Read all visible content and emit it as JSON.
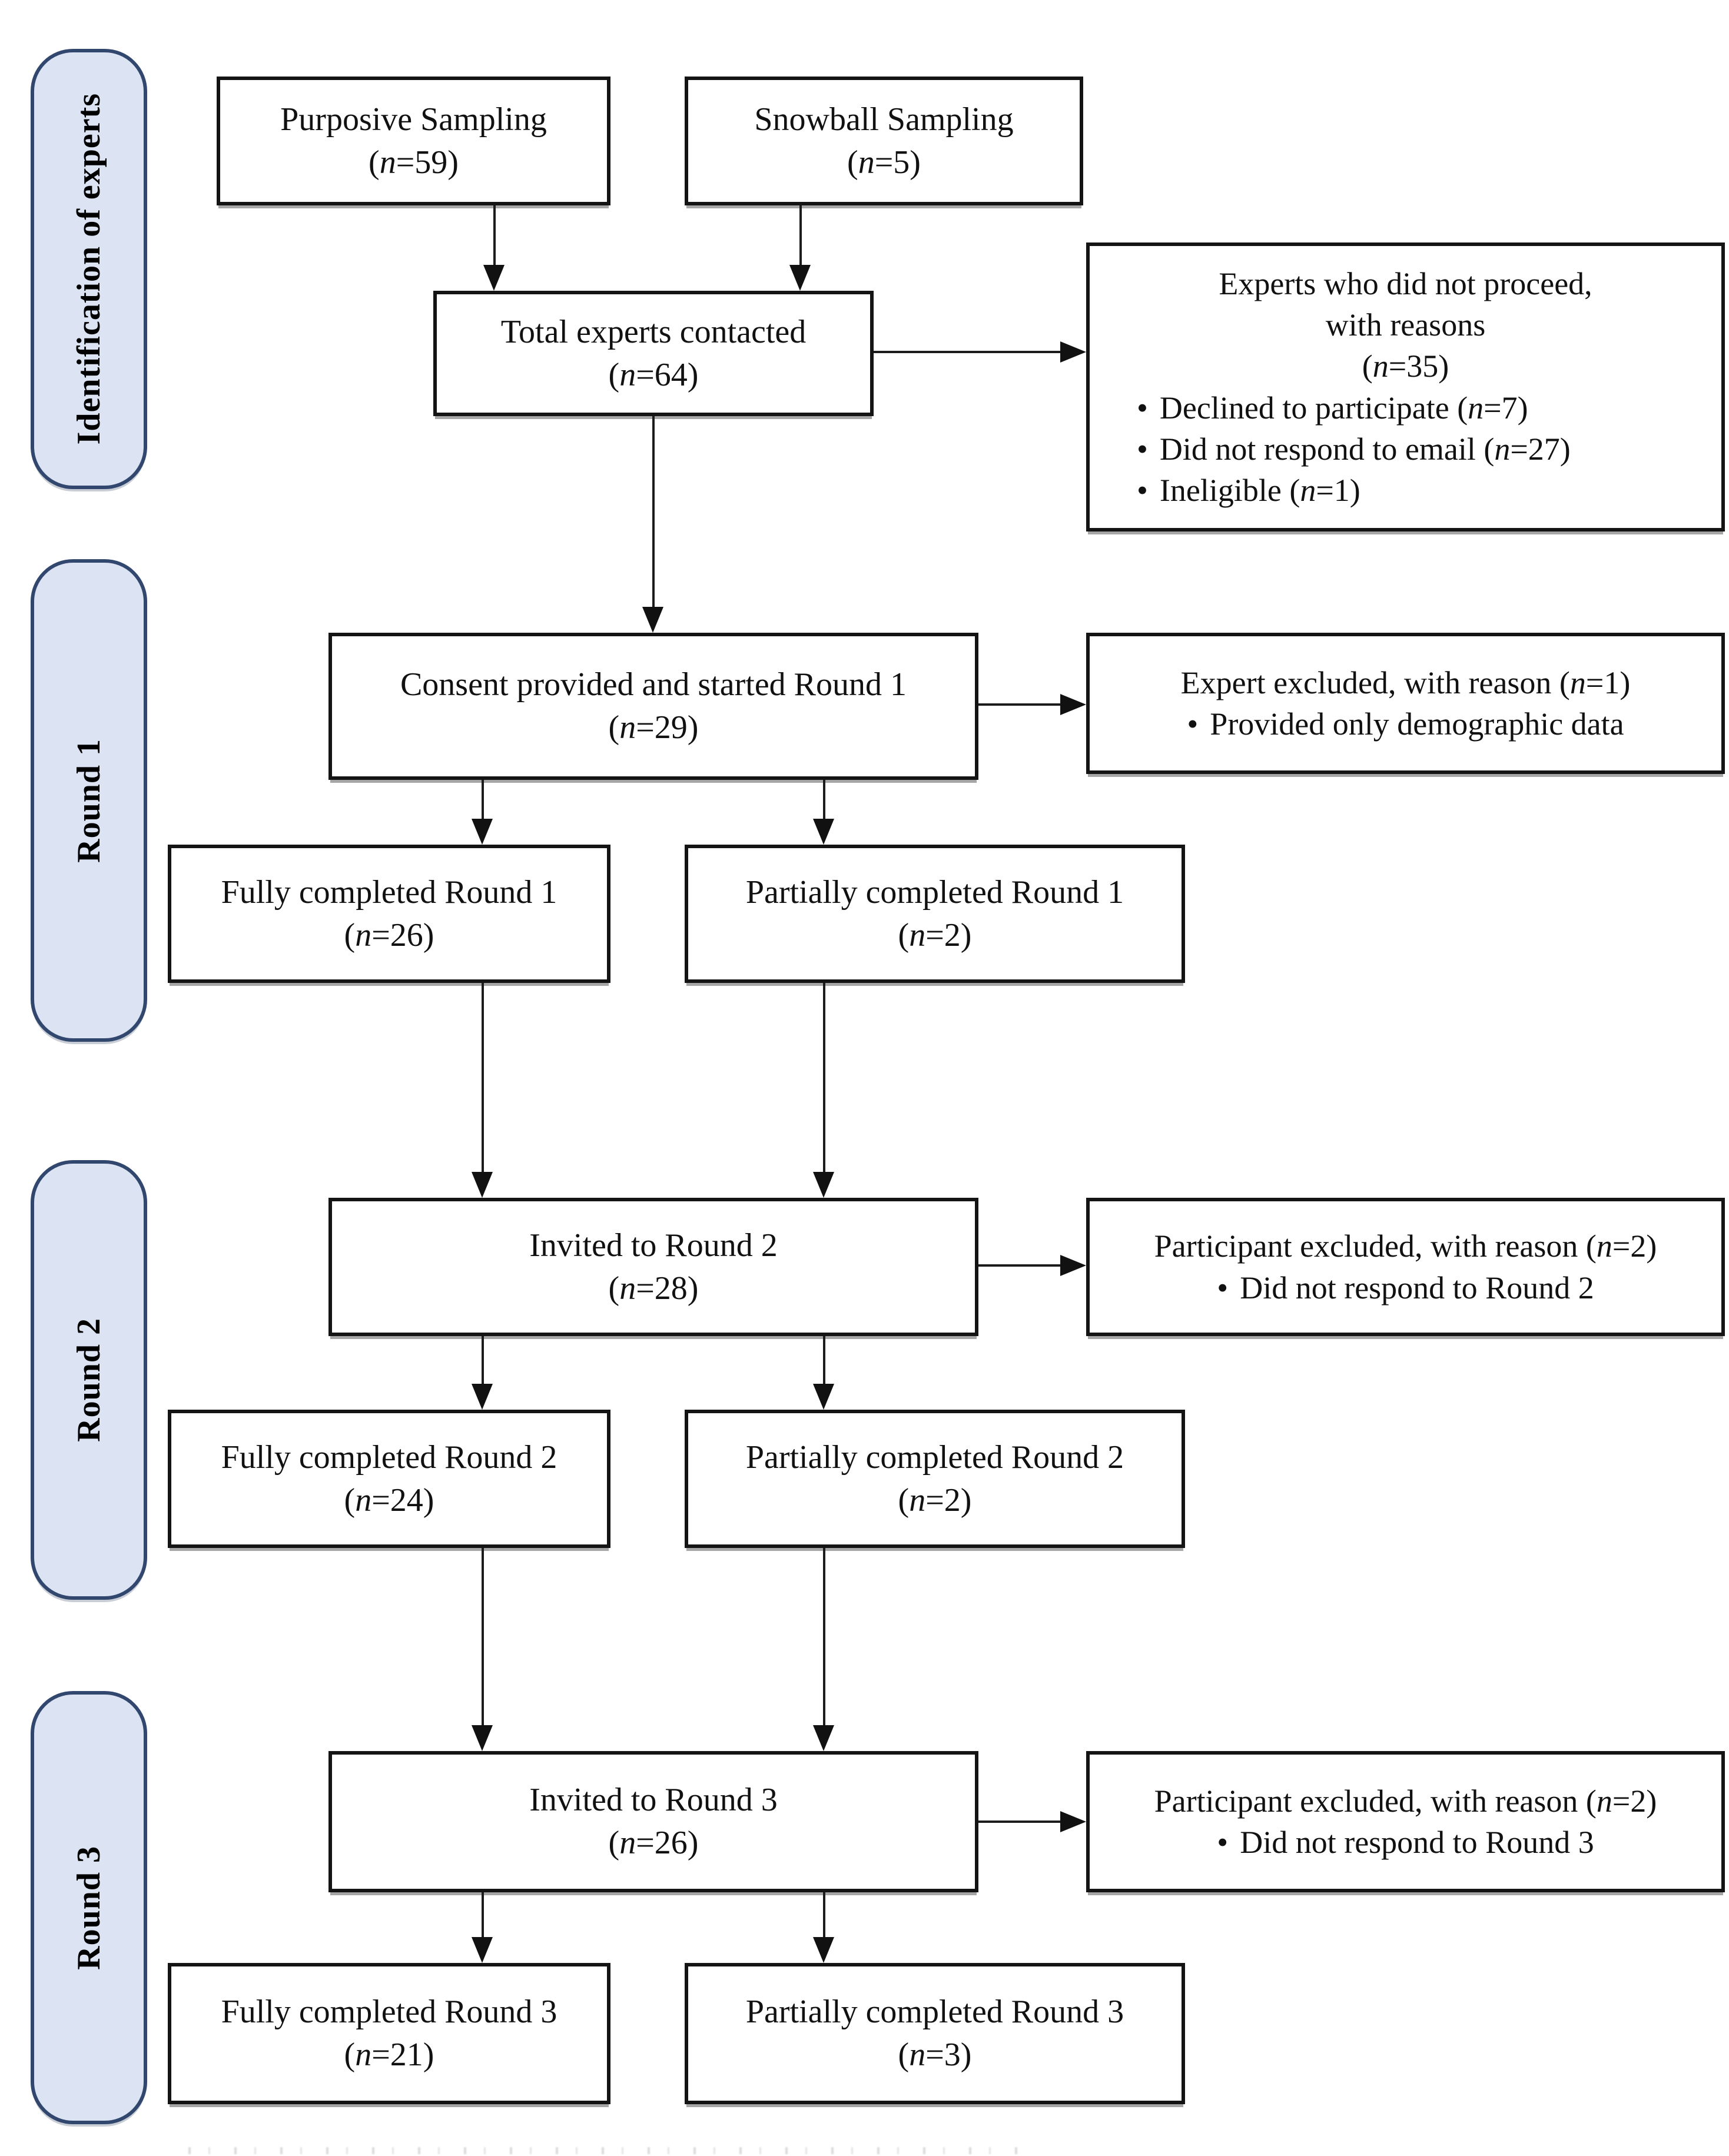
{
  "ui": {
    "bullet_char": "•"
  },
  "colors": {
    "stage_fill": "#dce3f3",
    "stage_border": "#32476e",
    "box_border": "#141414",
    "line": "#1c1c1c"
  },
  "stages": [
    {
      "label": "Identification of experts"
    },
    {
      "label": "Round 1"
    },
    {
      "label": "Round 2"
    },
    {
      "label": "Round 3"
    }
  ],
  "nodes": {
    "purposive": {
      "label": "Purposive Sampling",
      "n": "59"
    },
    "snowball": {
      "label": "Snowball Sampling",
      "n": "5"
    },
    "total": {
      "label": "Total experts contacted",
      "n": "64"
    },
    "consent": {
      "label": "Consent provided and started Round 1",
      "n": "29"
    },
    "fully_r1": {
      "label": "Fully completed Round 1",
      "n": "26"
    },
    "part_r1": {
      "label": "Partially completed Round 1",
      "n": "2"
    },
    "invited_r2": {
      "label": "Invited to Round 2",
      "n": "28"
    },
    "fully_r2": {
      "label": "Fully completed Round 2",
      "n": "24"
    },
    "part_r2": {
      "label": "Partially completed Round 2",
      "n": "2"
    },
    "invited_r3": {
      "label": "Invited to Round 3",
      "n": "26"
    },
    "fully_r3": {
      "label": "Fully completed Round 3",
      "n": "21"
    },
    "part_r3": {
      "label": "Partially completed Round 3",
      "n": "3"
    }
  },
  "exclusions": {
    "not_proceed": {
      "title_lines": [
        "Experts who did not proceed,",
        "with reasons"
      ],
      "n": "35",
      "bullets": [
        {
          "text": "Declined to participate",
          "n": "7"
        },
        {
          "text": "Did not respond to email",
          "n": "27"
        },
        {
          "text": "Ineligible",
          "n": "1"
        }
      ]
    },
    "excl_r1": {
      "title": "Expert excluded, with reason",
      "n": "1",
      "bullets": [
        {
          "text": "Provided only demographic data"
        }
      ]
    },
    "excl_r2": {
      "title": "Participant excluded, with reason",
      "n": "2",
      "bullets": [
        {
          "text": "Did not respond to Round 2"
        }
      ]
    },
    "excl_r3": {
      "title": "Participant excluded, with reason",
      "n": "2",
      "bullets": [
        {
          "text": "Did not respond to Round 3"
        }
      ]
    }
  }
}
